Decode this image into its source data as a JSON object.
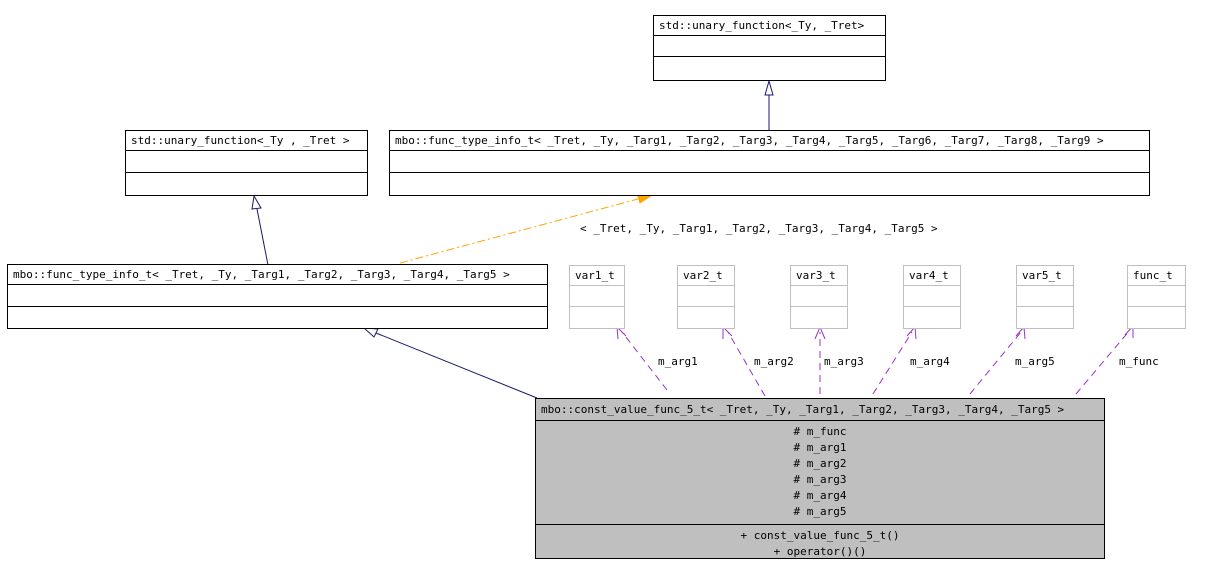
{
  "classes": {
    "top_unary": "std::unary_function<_Ty, _Tret>",
    "base_unary": "std::unary_function<_Ty , _Tret >",
    "info9": "mbo::func_type_info_t< _Tret, _Ty, _Targ1, _Targ2, _Targ3, _Targ4, _Targ5, _Targ6, _Targ7, _Targ8, _Targ9 >",
    "info5": "mbo::func_type_info_t< _Tret, _Ty, _Targ1, _Targ2, _Targ3, _Targ4, _Targ5 >",
    "var1": "var1_t",
    "var2": "var2_t",
    "var3": "var3_t",
    "var4": "var4_t",
    "var5": "var5_t",
    "func": "func_t"
  },
  "main_class": {
    "title": "mbo::const_value_func_5_t< _Tret, _Ty, _Targ1, _Targ2, _Targ3, _Targ4, _Targ5 >",
    "attributes": [
      "# m_func",
      "# m_arg1",
      "# m_arg2",
      "# m_arg3",
      "# m_arg4",
      "# m_arg5"
    ],
    "operations": [
      "+ const_value_func_5_t()",
      "+ operator()()"
    ]
  },
  "template_binding_label": "< _Tret, _Ty, _Targ1, _Targ2, _Targ3, _Targ4, _Targ5 >",
  "member_labels": {
    "arg1": "m_arg1",
    "arg2": "m_arg2",
    "arg3": "m_arg3",
    "arg4": "m_arg4",
    "arg5": "m_arg5",
    "func": "m_func"
  },
  "colors": {
    "inheritance": "#191970",
    "template_instance": "#ffa500",
    "member_usage": "#9a32cd",
    "main_class_fill": "#bfbfbf"
  }
}
